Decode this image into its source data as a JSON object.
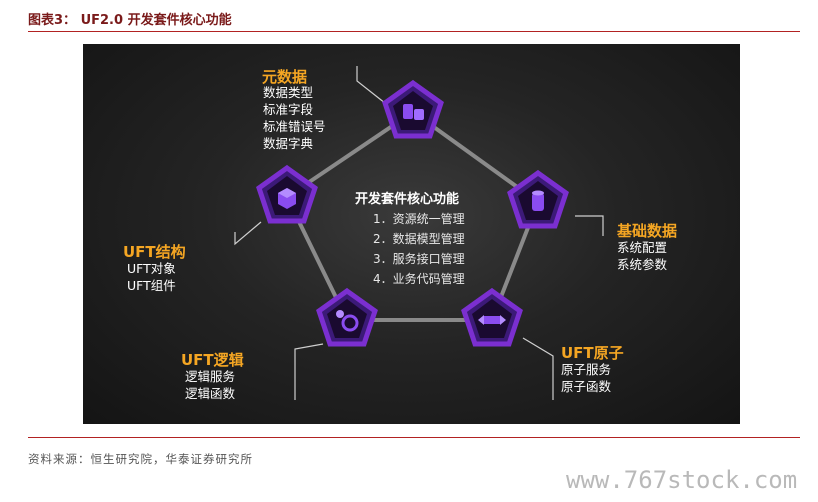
{
  "figure": {
    "title": "图表3：  UF2.0 开发套件核心功能"
  },
  "center": {
    "title": "开发套件核心功能",
    "items": [
      "1．资源统一管理",
      "2．数据模型管理",
      "3．服务接口管理",
      "4．业务代码管理"
    ]
  },
  "nodes": {
    "metadata": {
      "title": "元数据",
      "items": [
        "数据类型",
        "标准字段",
        "标准错误号",
        "数据字典"
      ],
      "icon": "database-icon"
    },
    "basic_data": {
      "title": "基础数据",
      "items": [
        "系统配置",
        "系统参数"
      ],
      "icon": "cylinder-icon"
    },
    "uft_atom": {
      "title": "UFT原子",
      "items": [
        "原子服务",
        "原子函数"
      ],
      "icon": "component-icon"
    },
    "uft_logic": {
      "title": "UFT逻辑",
      "items": [
        "逻辑服务",
        "逻辑函数"
      ],
      "icon": "gear-icon"
    },
    "uft_struct": {
      "title": "UFT结构",
      "items": [
        "UFT对象",
        "UFT组件"
      ],
      "icon": "cube-icon"
    }
  },
  "colors": {
    "accent": "#f5a623",
    "node_fill": "#3c1a78",
    "node_stroke": "#7b2fd0",
    "rule": "#b22222"
  },
  "source": "资料来源：恒生研究院，华泰证券研究所",
  "watermark": "www.767stock.com"
}
